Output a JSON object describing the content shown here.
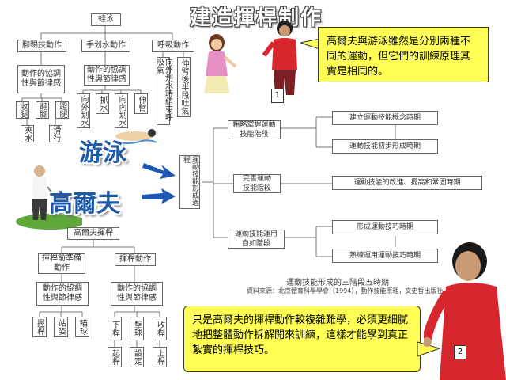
{
  "title": "建造揮桿制作",
  "bubble_top": "高爾夫與游泳雖然是分別兩種不同的運動，但它們的訓練原理其實是相同的。",
  "bubble_bottom": "只是高爾夫的揮桿動作較複雜難學，必須更細膩地把整體動作拆解開來訓練，這樣才能學到真正紮實的揮桿技巧。",
  "swimming_label": "游泳",
  "golf_label": "高爾夫",
  "tag1": "1",
  "tag2": "2",
  "swim_tree": {
    "root": "蛙泳",
    "branches": [
      "腳踢技動作",
      "手划水動作",
      "呼吸動作"
    ],
    "coord1": "動作的協調性與節律感",
    "coord2": "動作的協調性與節律感",
    "leg_items": [
      "收腿",
      "翻腳",
      "蹬腿"
    ],
    "leg_sub": [
      "夾水",
      "滑行"
    ],
    "hand_items": [
      "向外划水",
      "抓水",
      "向內划水",
      "伸臂"
    ],
    "breath_items": [
      "向外划水時結束呼吸氣",
      "伸臂後半段吐氣"
    ]
  },
  "golf_tree": {
    "root": "高爾夫揮桿",
    "branches": [
      "揮桿前準備動作",
      "揮桿動作"
    ],
    "coord1": "動作的協調性與節律感",
    "coord2": "動作的協調性與節律感",
    "prep_items": [
      "握桿",
      "站姿",
      "瞄球"
    ],
    "swing_items": [
      "下桿",
      "擊球",
      "收桿"
    ],
    "swing_sub": [
      "起桿",
      "設定",
      "上桿"
    ]
  },
  "stage_flow": {
    "center": "運動技能形成過程",
    "stages": [
      "粗略掌握運動技能階段",
      "完善運動技能階段",
      "運動技能運用自如階段"
    ],
    "periods": [
      "建立運動技能概念時期",
      "運動技能初步形成時期",
      "運動技能的改進、提高和鞏固時期",
      "形成運動技巧時期",
      "熟練運用運動技巧時期"
    ],
    "caption_title": "運動技能形成的三階段五時期",
    "caption_source": "資料來源：北京體育科學學會（1994），動作技能原理，文史哲出版社"
  }
}
